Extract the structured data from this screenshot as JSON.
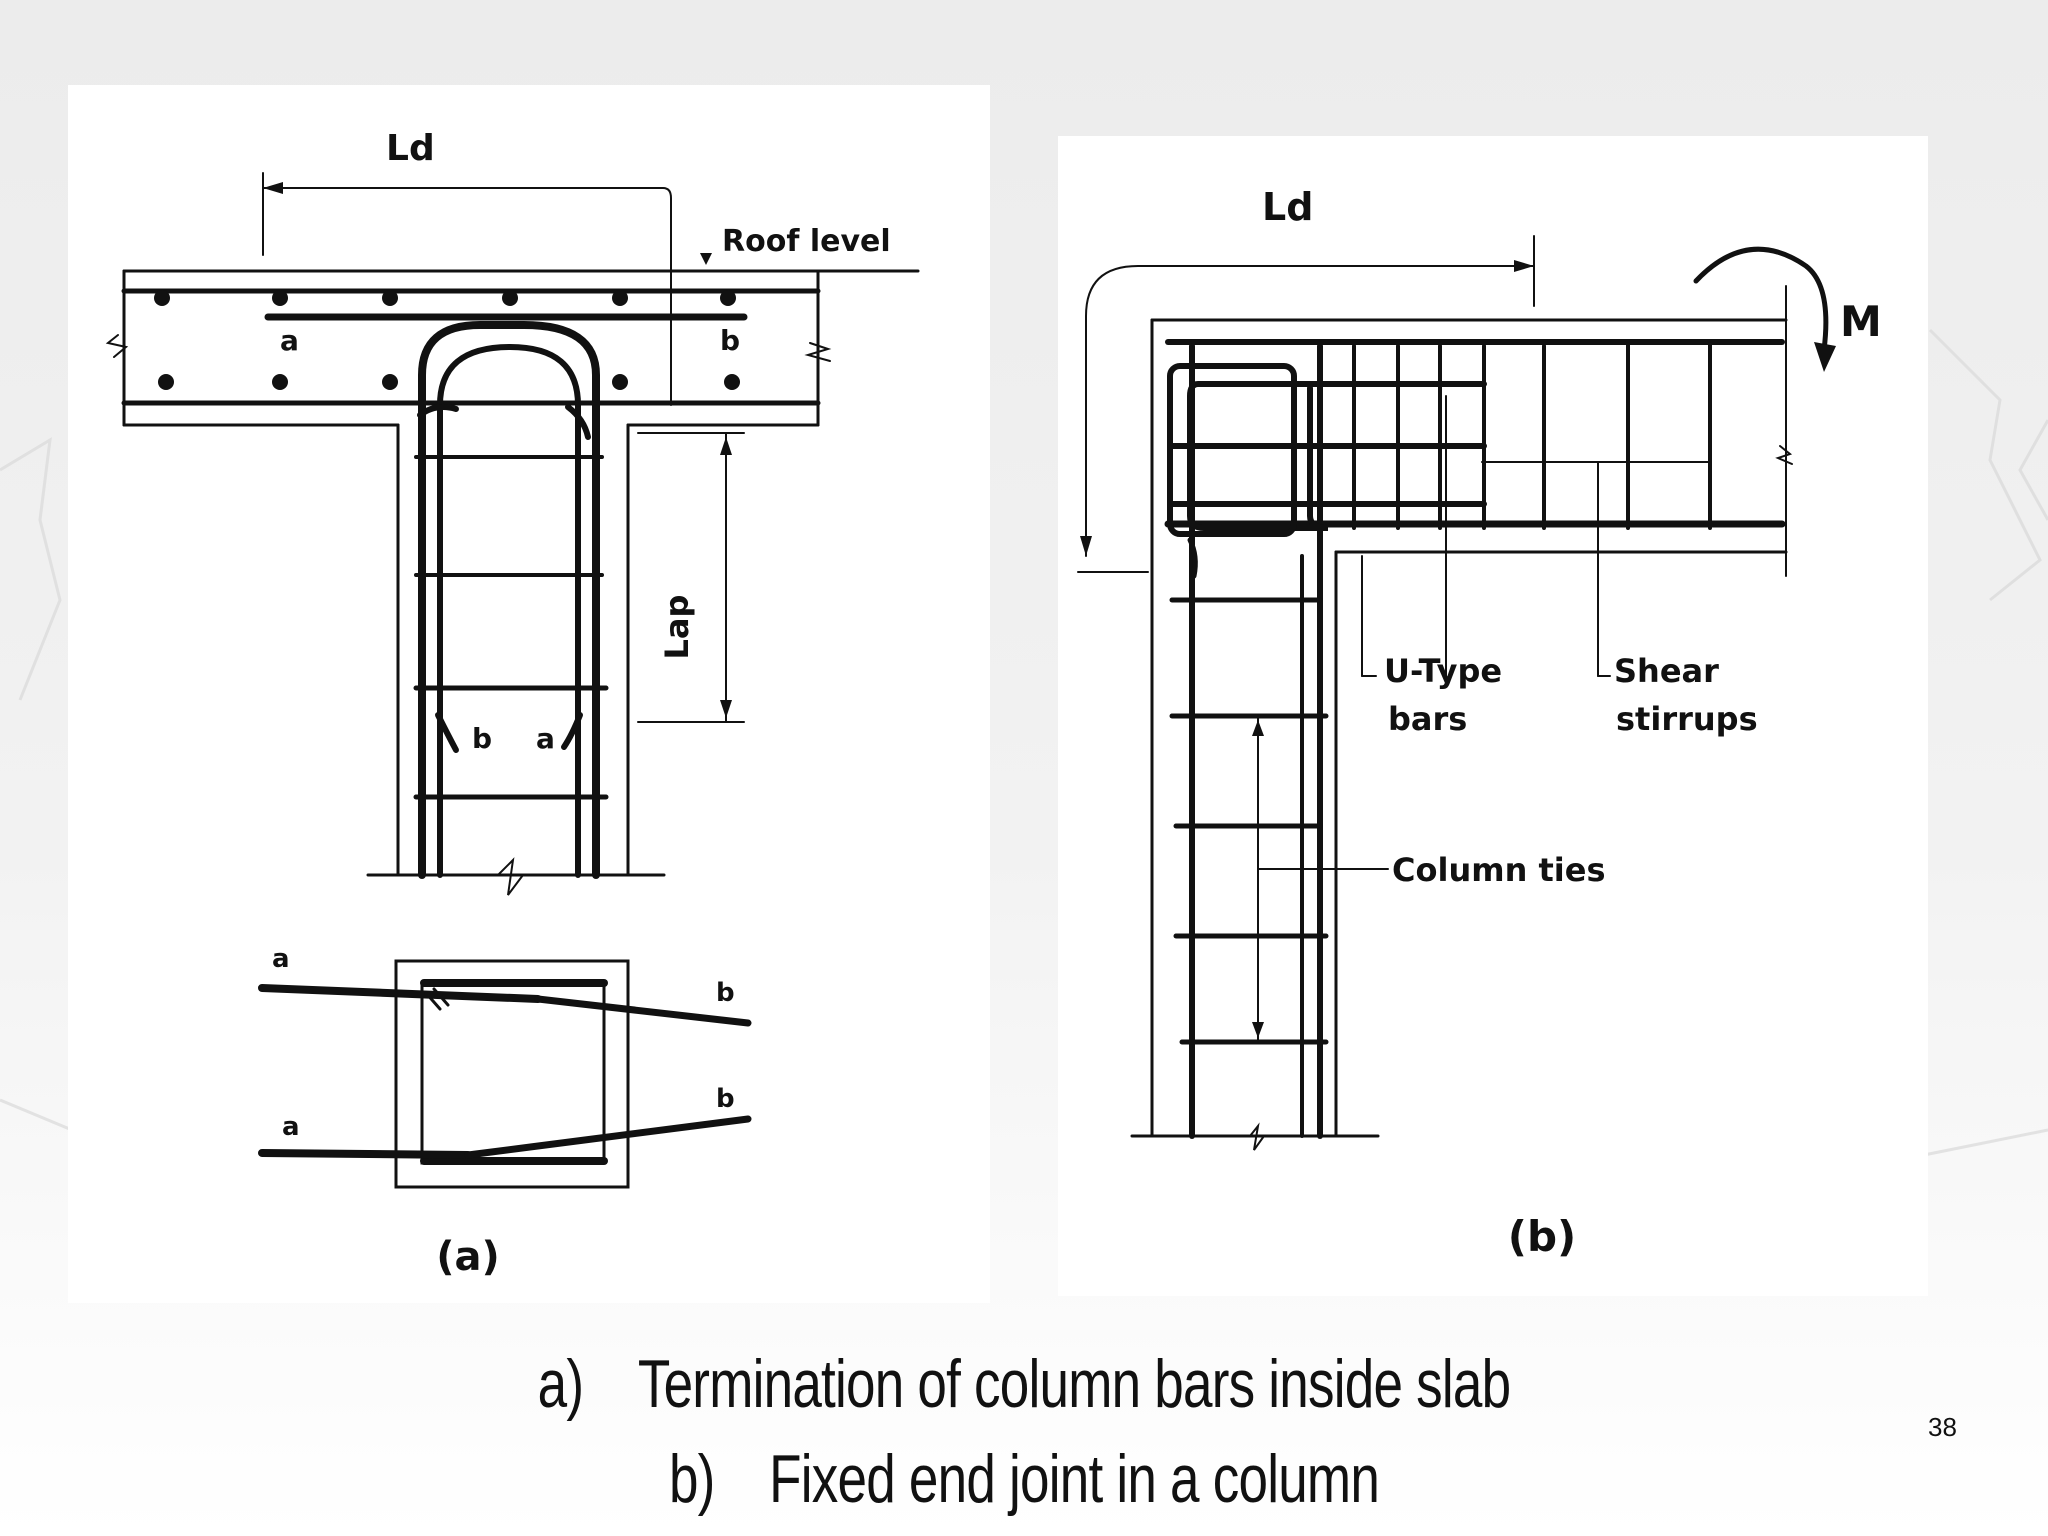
{
  "slide": {
    "page_number": "38",
    "captions": [
      {
        "marker": "a)",
        "text": "Termination of column bars inside slab"
      },
      {
        "marker": "b)",
        "text": "Fixed end joint in a column"
      }
    ]
  },
  "figure_a": {
    "dimension_label": "Ld",
    "roof_label": "Roof level",
    "lap_label": "Lap",
    "bar_labels": [
      "a",
      "b",
      "b",
      "a",
      "a",
      "b",
      "a",
      "b"
    ],
    "panel_label": "(a)"
  },
  "figure_b": {
    "dimension_label": "Ld",
    "moment_label": "M",
    "u_type_label": [
      "U-Type",
      "bars"
    ],
    "shear_label": [
      "Shear",
      "stirrups"
    ],
    "ties_label": "Column ties",
    "panel_label": "(b)"
  }
}
